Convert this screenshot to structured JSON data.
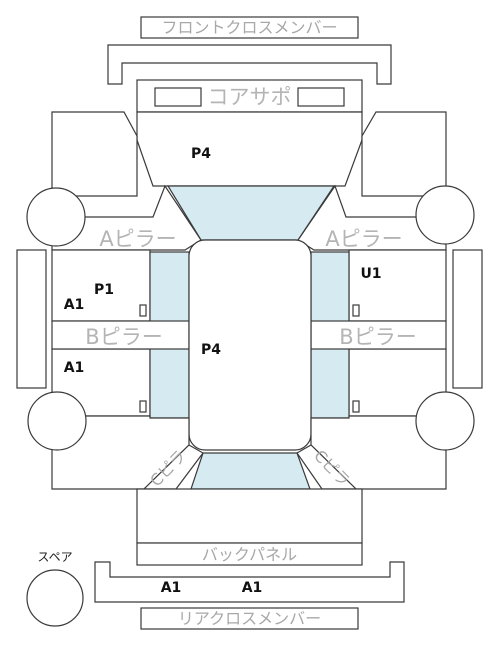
{
  "labels": {
    "front_cross_member": "フロントクロスメンバー",
    "core_support": "コアサポ",
    "a_pillar_left": "Aピラー",
    "a_pillar_right": "Aピラー",
    "b_pillar_left": "Bピラー",
    "b_pillar_right": "Bピラー",
    "back_panel": "バックパネル",
    "rear_cross_member": "リアクロスメンバー",
    "spare": "スペア",
    "c_pillar_left": "Cピラ",
    "c_pillar_right": "Cピラ"
  },
  "codes": {
    "hood": "P4",
    "roof": "P4",
    "front_left_door_p": "P1",
    "front_left_door_a": "A1",
    "rear_left_door": "A1",
    "front_right_door": "U1",
    "rear_left": "A1",
    "rear_right": "A1"
  },
  "colors": {
    "glass": "#d6ebf1",
    "line": "#3a3a3a",
    "label_gray": "#a8a8a8"
  }
}
